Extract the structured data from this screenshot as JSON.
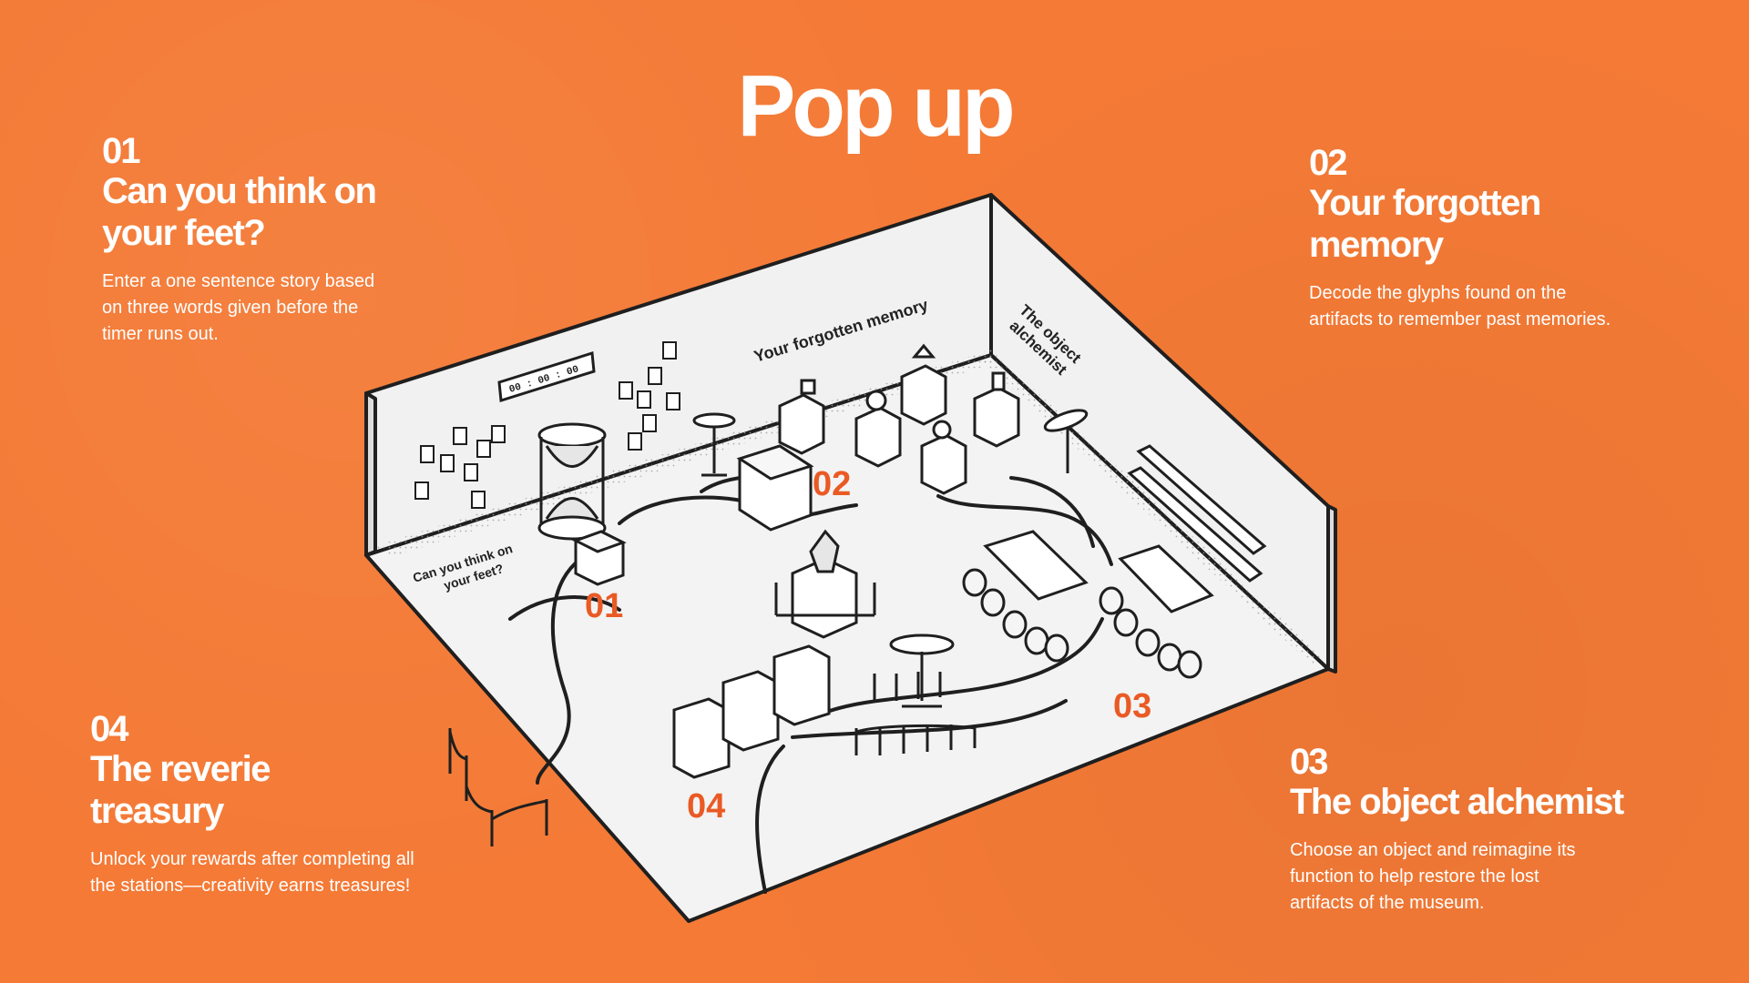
{
  "title": "Pop up",
  "accent_color": "#f47a36",
  "badge_color": "#ea5a24",
  "stations": [
    {
      "num": "01",
      "title_line1": "Can you think on",
      "title_line2": "your feet?",
      "desc_line1": "Enter a one sentence story based",
      "desc_line2": "on three words given before the",
      "desc_line3": "timer runs out."
    },
    {
      "num": "02",
      "title_line1": "Your forgotten",
      "title_line2": "memory",
      "desc_line1": "Decode the glyphs found on the",
      "desc_line2": "artifacts to remember past memories."
    },
    {
      "num": "03",
      "title_line1": "The object alchemist",
      "desc_line1": "Choose an object and reimagine its",
      "desc_line2": "function to help restore the lost",
      "desc_line3": "artifacts of the museum."
    },
    {
      "num": "04",
      "title_line1": "The reverie",
      "title_line2": "treasury",
      "desc_line1": "Unlock your rewards after completing all",
      "desc_line2": "the stations—creativity earns treasures!"
    }
  ],
  "map": {
    "wall_labels": {
      "memory": "Your forgotten memory",
      "alchemist_line1": "The object",
      "alchemist_line2": "alchemist",
      "think_line1": "Can you think on",
      "think_line2": "your feet?"
    },
    "timer_text": "00 : 00 : 00",
    "badges": [
      "01",
      "02",
      "03",
      "04"
    ]
  }
}
